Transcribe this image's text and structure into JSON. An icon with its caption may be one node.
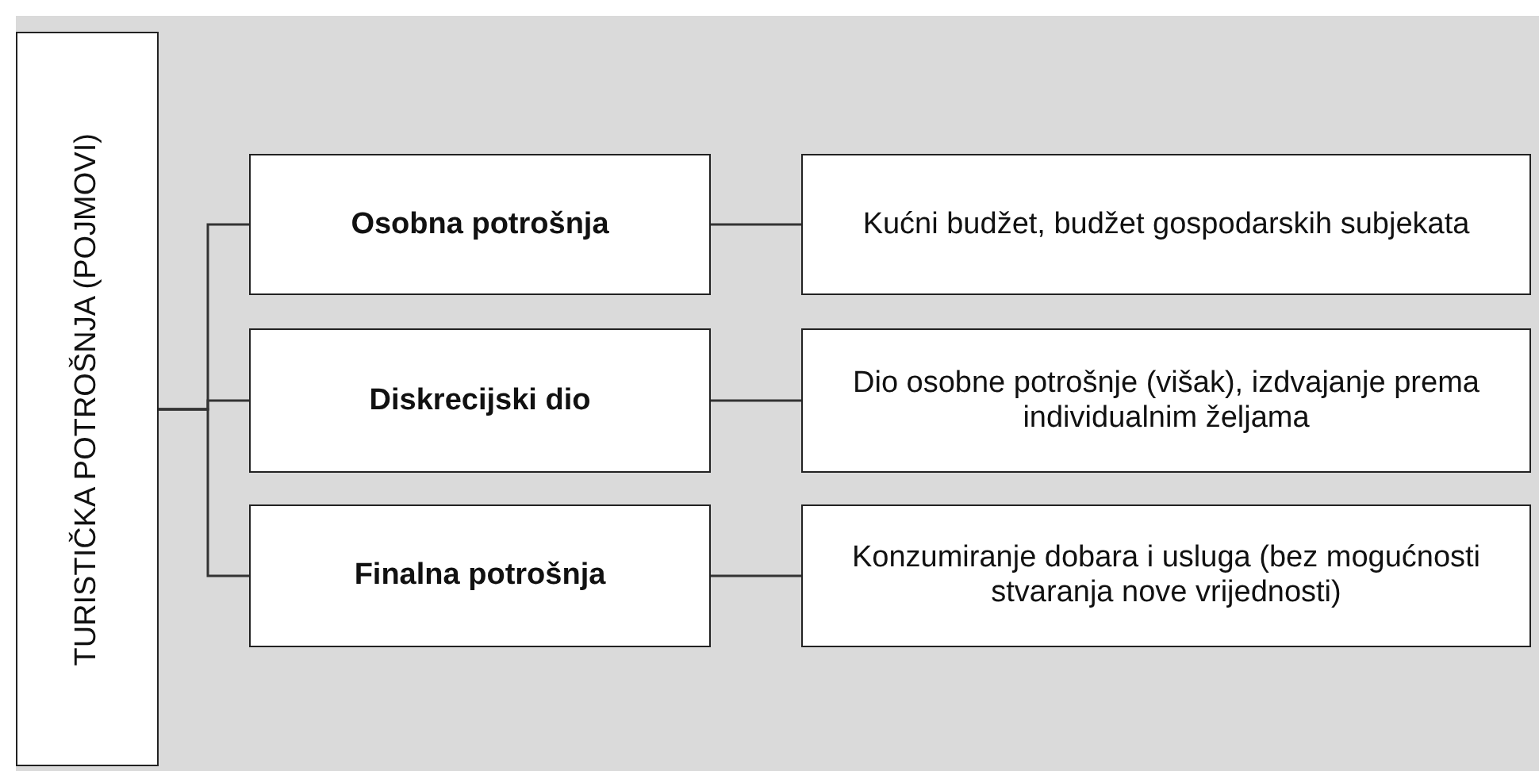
{
  "diagram": {
    "nodes": [
      {
        "text": [
          "TURISTIČKA POTROŠNJA (POJMOVI)"
        ]
      },
      {
        "text": [
          "Osobna potrošnja"
        ]
      },
      {
        "text": [
          "Kućni budžet, budžet gospodarskih subjekata"
        ]
      },
      {
        "text": [
          "Diskrecijski dio"
        ]
      },
      {
        "text": [
          "Dio osobne potrošnje (višak), izdvajanje prema individualnim željama"
        ]
      },
      {
        "text": [
          "Finalna potrošnja"
        ]
      },
      {
        "text": [
          "Konzumiranje dobara i usluga (bez mogućnosti stvaranja nove vrijednosti)"
        ]
      }
    ],
    "edges": [
      {
        "from": 0,
        "to": 1,
        "arrow": "none"
      },
      {
        "from": 0,
        "to": 3,
        "arrow": "none"
      },
      {
        "from": 0,
        "to": 5,
        "arrow": "none"
      },
      {
        "from": 1,
        "to": 2,
        "arrow": "none"
      },
      {
        "from": 3,
        "to": 4,
        "arrow": "none"
      },
      {
        "from": 5,
        "to": 6,
        "arrow": "none"
      }
    ]
  }
}
